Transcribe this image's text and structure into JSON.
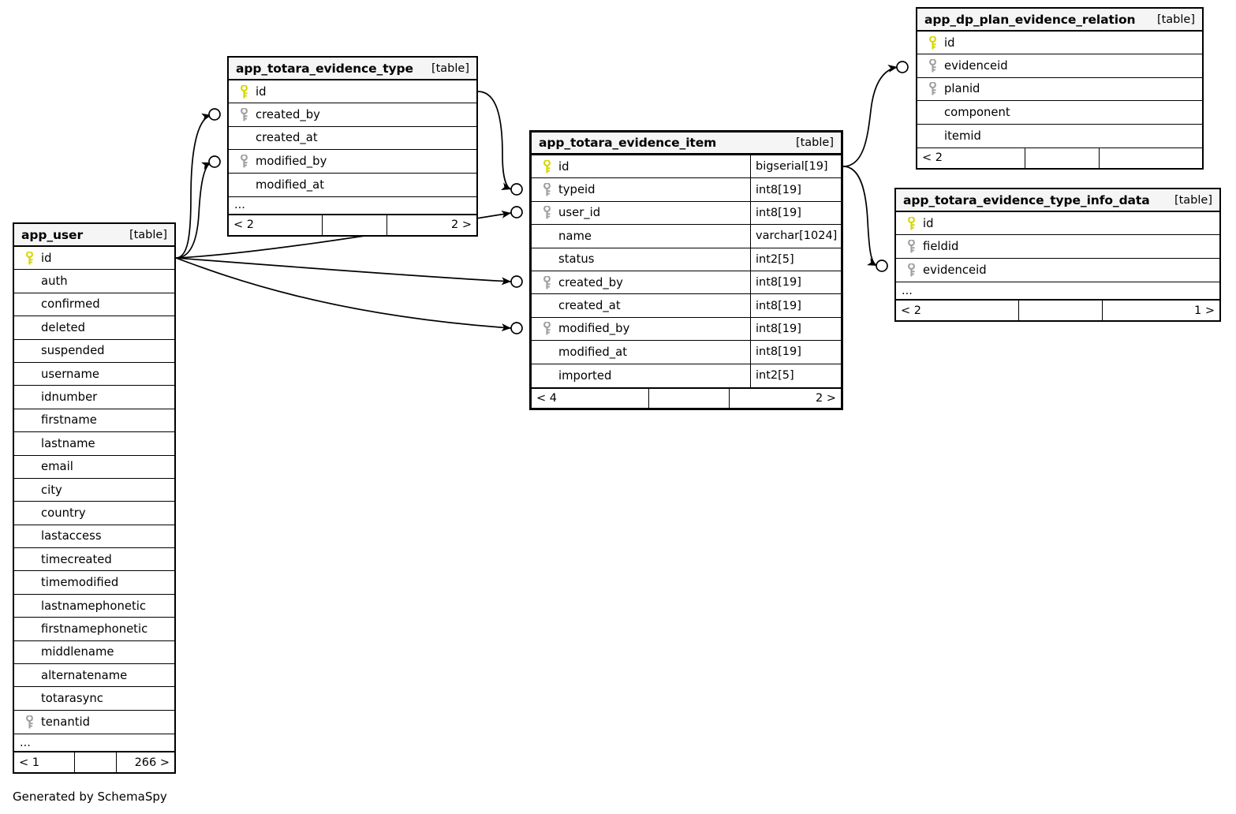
{
  "diagram": {
    "generator_credit": "Generated by SchemaSpy",
    "table_tag": "[table]",
    "ellipsis": "...",
    "colors": {
      "primary_key": "#d6d600",
      "foreign_key": "#a0a0a0",
      "header_bg": "#f5f5f5",
      "border": "#000000",
      "background": "#ffffff"
    }
  },
  "tables": {
    "app_user": {
      "name": "app_user",
      "tag": "[table]",
      "columns": [
        {
          "name": "id",
          "key": "primary"
        },
        {
          "name": "auth",
          "key": "none"
        },
        {
          "name": "confirmed",
          "key": "none"
        },
        {
          "name": "deleted",
          "key": "none"
        },
        {
          "name": "suspended",
          "key": "none"
        },
        {
          "name": "username",
          "key": "none"
        },
        {
          "name": "idnumber",
          "key": "none"
        },
        {
          "name": "firstname",
          "key": "none"
        },
        {
          "name": "lastname",
          "key": "none"
        },
        {
          "name": "email",
          "key": "none"
        },
        {
          "name": "city",
          "key": "none"
        },
        {
          "name": "country",
          "key": "none"
        },
        {
          "name": "lastaccess",
          "key": "none"
        },
        {
          "name": "timecreated",
          "key": "none"
        },
        {
          "name": "timemodified",
          "key": "none"
        },
        {
          "name": "lastnamephonetic",
          "key": "none"
        },
        {
          "name": "firstnamephonetic",
          "key": "none"
        },
        {
          "name": "middlename",
          "key": "none"
        },
        {
          "name": "alternatename",
          "key": "none"
        },
        {
          "name": "totarasync",
          "key": "none"
        },
        {
          "name": "tenantid",
          "key": "foreign"
        }
      ],
      "has_ellipsis": true,
      "footer": {
        "left": "< 1",
        "mid": "",
        "right": "266 >"
      }
    },
    "app_totara_evidence_type": {
      "name": "app_totara_evidence_type",
      "tag": "[table]",
      "columns": [
        {
          "name": "id",
          "key": "primary"
        },
        {
          "name": "created_by",
          "key": "foreign"
        },
        {
          "name": "created_at",
          "key": "none"
        },
        {
          "name": "modified_by",
          "key": "foreign"
        },
        {
          "name": "modified_at",
          "key": "none"
        }
      ],
      "has_ellipsis": true,
      "footer": {
        "left": "< 2",
        "mid": "",
        "right": "2 >"
      }
    },
    "app_totara_evidence_item": {
      "name": "app_totara_evidence_item",
      "tag": "[table]",
      "focus": true,
      "columns": [
        {
          "name": "id",
          "key": "primary",
          "type": "bigserial[19]"
        },
        {
          "name": "typeid",
          "key": "foreign",
          "type": "int8[19]"
        },
        {
          "name": "user_id",
          "key": "foreign",
          "type": "int8[19]"
        },
        {
          "name": "name",
          "key": "none",
          "type": "varchar[1024]"
        },
        {
          "name": "status",
          "key": "none",
          "type": "int2[5]"
        },
        {
          "name": "created_by",
          "key": "foreign",
          "type": "int8[19]"
        },
        {
          "name": "created_at",
          "key": "none",
          "type": "int8[19]"
        },
        {
          "name": "modified_by",
          "key": "foreign",
          "type": "int8[19]"
        },
        {
          "name": "modified_at",
          "key": "none",
          "type": "int8[19]"
        },
        {
          "name": "imported",
          "key": "none",
          "type": "int2[5]"
        }
      ],
      "has_ellipsis": false,
      "footer": {
        "left": "< 4",
        "mid": "",
        "right": "2 >"
      }
    },
    "app_dp_plan_evidence_relation": {
      "name": "app_dp_plan_evidence_relation",
      "tag": "[table]",
      "columns": [
        {
          "name": "id",
          "key": "primary"
        },
        {
          "name": "evidenceid",
          "key": "foreign"
        },
        {
          "name": "planid",
          "key": "foreign"
        },
        {
          "name": "component",
          "key": "none"
        },
        {
          "name": "itemid",
          "key": "none"
        }
      ],
      "has_ellipsis": false,
      "footer": {
        "left": "< 2",
        "mid": "",
        "right": ""
      }
    },
    "app_totara_evidence_type_info_data": {
      "name": "app_totara_evidence_type_info_data",
      "tag": "[table]",
      "columns": [
        {
          "name": "id",
          "key": "primary"
        },
        {
          "name": "fieldid",
          "key": "foreign"
        },
        {
          "name": "evidenceid",
          "key": "foreign"
        }
      ],
      "has_ellipsis": true,
      "footer": {
        "left": "< 2",
        "mid": "",
        "right": "1 >"
      }
    }
  },
  "relationships": [
    {
      "from_table": "app_user",
      "from_column": "id",
      "to_table": "app_totara_evidence_type",
      "to_column": "created_by"
    },
    {
      "from_table": "app_user",
      "from_column": "id",
      "to_table": "app_totara_evidence_type",
      "to_column": "modified_by"
    },
    {
      "from_table": "app_user",
      "from_column": "id",
      "to_table": "app_totara_evidence_item",
      "to_column": "user_id"
    },
    {
      "from_table": "app_user",
      "from_column": "id",
      "to_table": "app_totara_evidence_item",
      "to_column": "created_by"
    },
    {
      "from_table": "app_user",
      "from_column": "id",
      "to_table": "app_totara_evidence_item",
      "to_column": "modified_by"
    },
    {
      "from_table": "app_totara_evidence_type",
      "from_column": "id",
      "to_table": "app_totara_evidence_item",
      "to_column": "typeid"
    },
    {
      "from_table": "app_totara_evidence_item",
      "from_column": "id",
      "to_table": "app_dp_plan_evidence_relation",
      "to_column": "evidenceid"
    },
    {
      "from_table": "app_totara_evidence_item",
      "from_column": "id",
      "to_table": "app_totara_evidence_type_info_data",
      "to_column": "evidenceid"
    }
  ]
}
